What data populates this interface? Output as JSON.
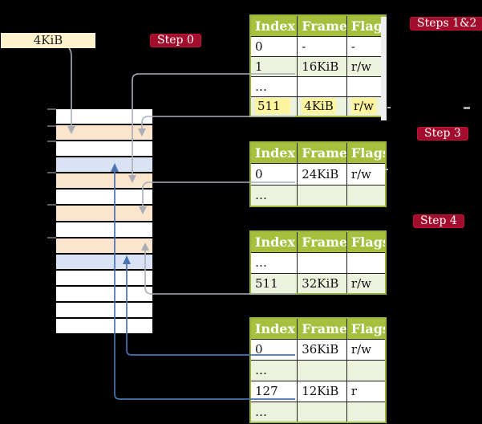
{
  "colors": {
    "background": "#000000",
    "memory_white": "#ffffff",
    "memory_peach": "#fce5cd",
    "memory_blue": "#dae3f3",
    "table_header_bg": "#a6c03e",
    "table_border": "#9db43a",
    "table_alt_row": "#edf2de",
    "highlight_yellow": "#fcf49e",
    "badge_bg": "#a30d2d",
    "badge_border": "#c41334",
    "badge_text": "#ffffff",
    "legend_box_bg": "#fff2cc",
    "gray_arrow": "#aab0b8",
    "blue_arrow": "#4a72b4"
  },
  "legend": {
    "frame_size_label": "4KiB"
  },
  "badges": {
    "step0": "Step 0",
    "steps12": "Steps 1&2",
    "step3": "Step 3",
    "step4": "Step 4"
  },
  "tables": [
    {
      "name": "page-table-steps-1-2",
      "headers": [
        "Index",
        "Frame",
        "Flags"
      ],
      "rows": [
        {
          "cells": [
            "0",
            "-",
            "-"
          ]
        },
        {
          "cells": [
            "1",
            "16KiB",
            "r/w"
          ]
        },
        {
          "cells": [
            "…",
            "",
            ""
          ]
        },
        {
          "cells": [
            "511",
            "4KiB",
            "r/w"
          ],
          "highlighted": true
        }
      ]
    },
    {
      "name": "page-table-step-3",
      "headers": [
        "Index",
        "Frame",
        "Flags"
      ],
      "rows": [
        {
          "cells": [
            "0",
            "24KiB",
            "r/w"
          ]
        },
        {
          "cells": [
            "…",
            "",
            ""
          ]
        }
      ]
    },
    {
      "name": "page-table-step-4",
      "headers": [
        "Index",
        "Frame",
        "Flags"
      ],
      "rows": [
        {
          "cells": [
            "…",
            "",
            ""
          ]
        },
        {
          "cells": [
            "511",
            "32KiB",
            "r/w"
          ]
        }
      ]
    },
    {
      "name": "page-table-final",
      "headers": [
        "Index",
        "Frame",
        "Flags"
      ],
      "rows": [
        {
          "cells": [
            "0",
            "36KiB",
            "r/w"
          ]
        },
        {
          "cells": [
            "…",
            "",
            ""
          ]
        },
        {
          "cells": [
            "127",
            "12KiB",
            "r"
          ]
        },
        {
          "cells": [
            "…",
            "",
            ""
          ]
        }
      ]
    }
  ],
  "memory": {
    "rows": [
      "white",
      "peach",
      "white",
      "blue",
      "peach",
      "white",
      "peach",
      "white",
      "peach",
      "blue",
      "white",
      "white",
      "white",
      "white"
    ]
  }
}
